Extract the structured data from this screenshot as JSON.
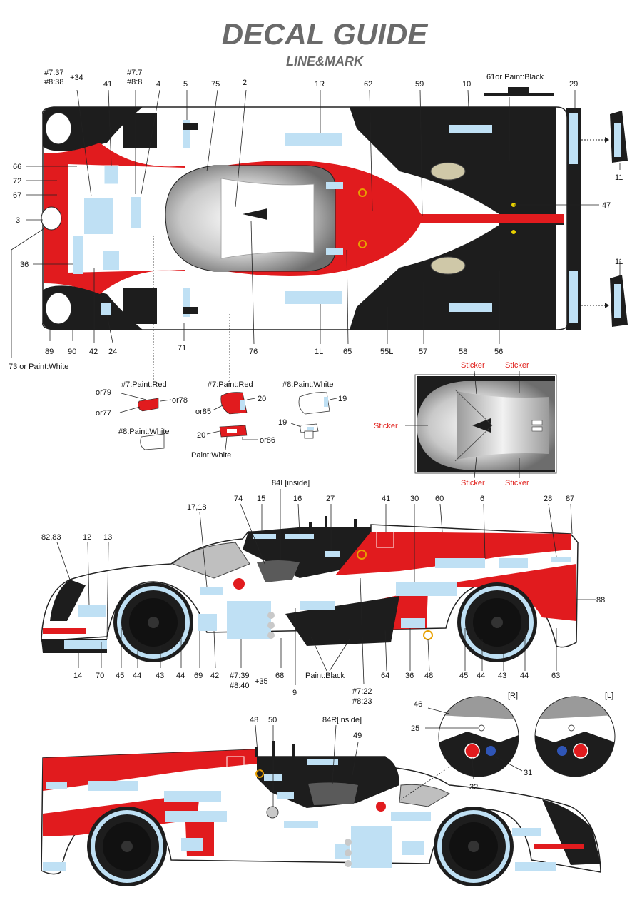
{
  "header": {
    "title": "DECAL GUIDE",
    "subtitle": "LINE&MARK"
  },
  "top_view": {
    "labels": [
      "#7:37",
      "#8:38",
      "+34",
      "41",
      "#7:7",
      "#8:8",
      "4",
      "5",
      "75",
      "2",
      "1R",
      "62",
      "59",
      "10",
      "61or Paint:Black",
      "29",
      "66",
      "72",
      "67",
      "3",
      "36",
      "73 or Paint:White",
      "47",
      "11",
      "11",
      "89",
      "90",
      "42",
      "24",
      "71",
      "76",
      "1L",
      "65",
      "55L",
      "57",
      "58",
      "56"
    ]
  },
  "part_callouts": {
    "labels": [
      "#7:Paint:Red",
      "or79",
      "or78",
      "or77",
      "#8:Paint:White",
      "#7:Paint:Red",
      "20",
      "or85",
      "20",
      "or86",
      "Paint:White",
      "#8:Paint:White",
      "19",
      "19"
    ]
  },
  "sticker_inset": {
    "labels": [
      "Sticker",
      "Sticker",
      "Sticker",
      "Sticker",
      "Sticker"
    ]
  },
  "side_view_left": {
    "labels": [
      "84L[inside]",
      "17,18",
      "74",
      "15",
      "16",
      "27",
      "41",
      "30",
      "60",
      "6",
      "28",
      "87",
      "82,83",
      "12",
      "13",
      "88",
      "14",
      "70",
      "45",
      "44",
      "43",
      "44",
      "69",
      "42",
      "#7:39",
      "#8:40",
      "+35",
      "68",
      "Paint:Black",
      "9",
      "#7:22",
      "#8:23",
      "64",
      "36",
      "48",
      "45",
      "44",
      "43",
      "44",
      "63"
    ]
  },
  "side_view_right": {
    "labels": [
      "48",
      "50",
      "84R[inside]",
      "49"
    ]
  },
  "detail_insets": {
    "labels": [
      "46",
      "25",
      "[R]",
      "[L]",
      "32",
      "31"
    ]
  },
  "colors": {
    "red": "#e11b1e",
    "black": "#1d1d1d",
    "decal": "#bfe0f4",
    "silver": "#c9c9c9",
    "sticker_text": "#e0201c"
  }
}
